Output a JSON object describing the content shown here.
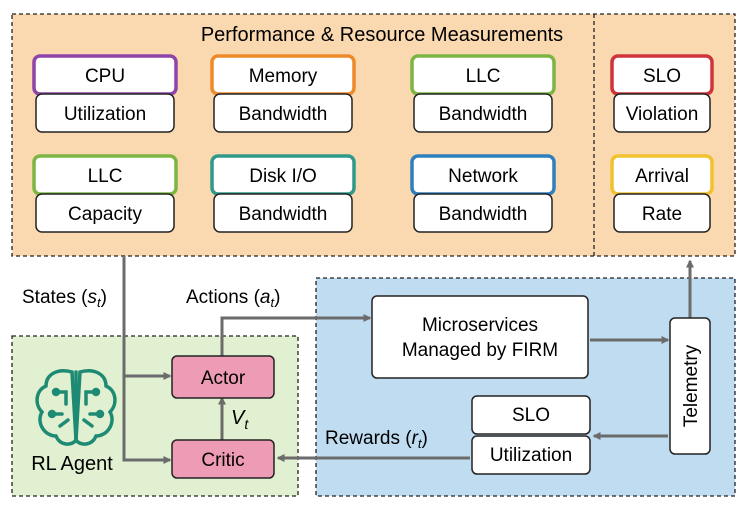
{
  "measurements": {
    "title": "Performance & Resource Measurements",
    "metrics": [
      {
        "top": "CPU",
        "bottom": "Utilization",
        "color": "#8e44a8"
      },
      {
        "top": "Memory",
        "bottom": "Bandwidth",
        "color": "#ef8a2a"
      },
      {
        "top": "LLC",
        "bottom": "Bandwidth",
        "color": "#7cb542"
      },
      {
        "top": "LLC",
        "bottom": "Capacity",
        "color": "#7cb542"
      },
      {
        "top": "Disk I/O",
        "bottom": "Bandwidth",
        "color": "#2f9a8a"
      },
      {
        "top": "Network",
        "bottom": "Bandwidth",
        "color": "#2f7fbf"
      }
    ],
    "slo": [
      {
        "top": "SLO",
        "bottom": "Violation",
        "color": "#d0343b"
      },
      {
        "top": "Arrival",
        "bottom": "Rate",
        "color": "#f2c12e"
      }
    ]
  },
  "agent": {
    "label": "RL Agent",
    "actor": "Actor",
    "critic": "Critic",
    "value_symbol": "V",
    "value_sub": "t"
  },
  "env": {
    "microservices_line1": "Microservices",
    "microservices_line2": "Managed by FIRM",
    "telemetry": "Telemetry",
    "reward_top": "SLO",
    "reward_bottom": "Utilization"
  },
  "labels": {
    "states": "States (",
    "states_sym": "s",
    "states_sub": "t",
    "actions": "Actions (",
    "actions_sym": "a",
    "actions_sub": "t",
    "rewards": "Rewards (",
    "rewards_sym": "r",
    "rewards_sub": "t",
    "close": ")"
  },
  "colors": {
    "measure_bg": "#fbd9b0",
    "env_bg": "#bfdcf1",
    "agent_bg": "#e0f0d0",
    "actor_critic": "#ee9cb5",
    "arrow": "#6b6b6b",
    "brain": "#1f8a74"
  }
}
